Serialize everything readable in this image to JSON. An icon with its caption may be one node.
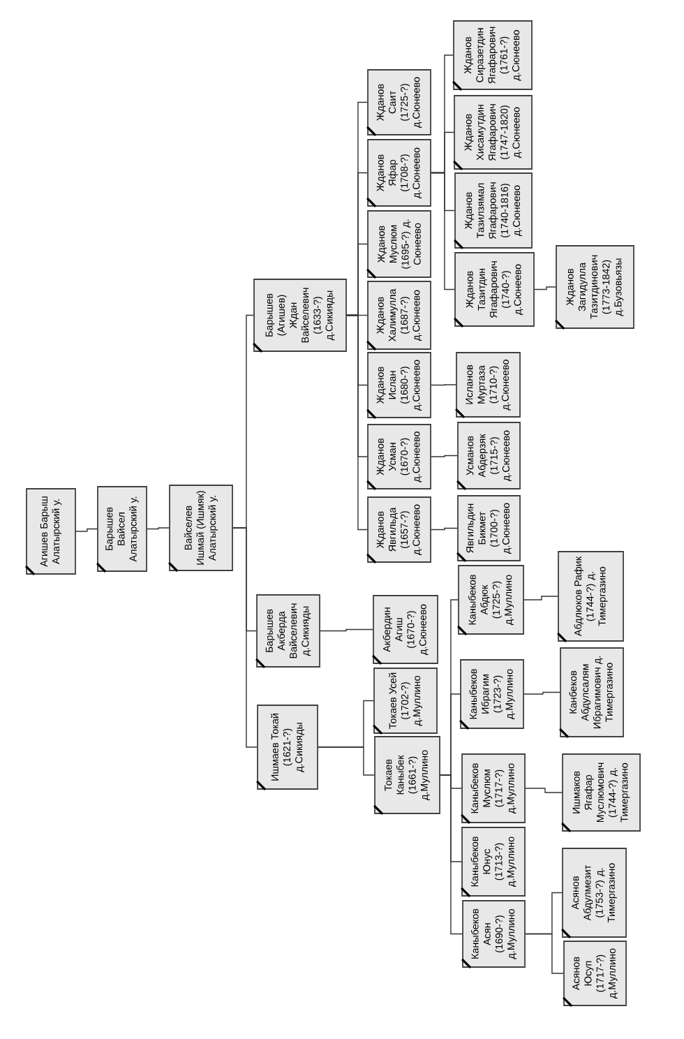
{
  "diagram": {
    "nodes": [
      {
        "text": [
          "Агишев Барыш Алатырский у."
        ]
      },
      {
        "text": [
          "Барышев Вайсел Алатырский у."
        ]
      },
      {
        "text": [
          "Вайселев Ишмай (Ишмяк) Алатырский у."
        ]
      },
      {
        "text": [
          "Ишмаев Токай (1621-?) д.Сикияды"
        ]
      },
      {
        "text": [
          "Барышев Акберда Вайселевич д.Сикияды"
        ]
      },
      {
        "text": [
          "Барышев (Агишев) Ждан Вайселевич (1633-?) д.Сикияды"
        ]
      },
      {
        "text": [
          "Токаев Каныбек (1661-?) д.Муллино"
        ]
      },
      {
        "text": [
          "Токаев Усей (1702-?) д.Муллино"
        ]
      },
      {
        "text": [
          "Акбердин Агиш (1670-?) д.Сюнеево"
        ]
      },
      {
        "text": [
          "Жданов Явгильда (1657-?) д.Сюнеево"
        ]
      },
      {
        "text": [
          "Жданов Усман (1670-?) д.Сюнеево"
        ]
      },
      {
        "text": [
          "Жданов Ислан (1680-?) д.Сюнеево"
        ]
      },
      {
        "text": [
          "Жданов Халимулла (1687-?) д.Сюнеево"
        ]
      },
      {
        "text": [
          "Жданов Муслюм (1695-?) д. Сюнеево"
        ]
      },
      {
        "text": [
          "Жданов Яфар (1708-?) д.Сюнеево"
        ]
      },
      {
        "text": [
          "Жданов Саит (1725-?) д.Сюнеево"
        ]
      },
      {
        "text": [
          "Каныбеков Асян (1690-?) д.Муллино"
        ]
      },
      {
        "text": [
          "Каныбеков Юнус (1713-?) д.Муллино"
        ]
      },
      {
        "text": [
          "Каныбеков Муслюм (1717-?) д.Муллино"
        ]
      },
      {
        "text": [
          "Каныбеков Ибрагим (1723-?) д.Муллино"
        ]
      },
      {
        "text": [
          "Каныбеков Абдюк (1725-?) д.Муллино"
        ]
      },
      {
        "text": [
          "Явгильдин Бикмет (1700-?) д.Сюнеево"
        ]
      },
      {
        "text": [
          "Усманов Абдерзяк (1715-?) д.Сюнеево"
        ]
      },
      {
        "text": [
          "Исланов Муртаза (1710-?) д.Сюнеево"
        ]
      },
      {
        "text": [
          "Жданов Тазитдин Ягафарович (1740-?) д.Сюнеево"
        ]
      },
      {
        "text": [
          "Жданов Тазилзямал Ягафарович (1740-1816) д.Сюнеево"
        ]
      },
      {
        "text": [
          "Жданов Хисамутдин Ягафарович (1747-1820) д.Сюнеево"
        ]
      },
      {
        "text": [
          "Жданов Сиразетдин Ягафарович (1761-?) д.Сюнеево"
        ]
      },
      {
        "text": [
          "Асянов Юсуп (1717-?) д.Муллино"
        ]
      },
      {
        "text": [
          "Асянов Абдулмезит (1753-?) д. Тимергазино"
        ]
      },
      {
        "text": [
          "Ишмаков Ягафар Муслюмович (1744-?) д. Тимергазино"
        ]
      },
      {
        "text": [
          "Канбеков Абдулсалям Ибрагимович д. Тимергазино"
        ]
      },
      {
        "text": [
          "Абдлюков Рафик (1744-?) д. Тимергазино"
        ]
      },
      {
        "text": [
          "Жданов Загидулла Тазитдинович (1773-1842) д.Бузовьязы"
        ]
      }
    ],
    "edges": [
      {
        "from": 0,
        "to": 1,
        "arrow": "none"
      },
      {
        "from": 1,
        "to": 2,
        "arrow": "none"
      },
      {
        "from": 2,
        "to": 3,
        "arrow": "none"
      },
      {
        "from": 2,
        "to": 4,
        "arrow": "none"
      },
      {
        "from": 2,
        "to": 5,
        "arrow": "none"
      },
      {
        "from": 3,
        "to": 6,
        "arrow": "none"
      },
      {
        "from": 3,
        "to": 7,
        "arrow": "none"
      },
      {
        "from": 4,
        "to": 8,
        "arrow": "none"
      },
      {
        "from": 5,
        "to": 9,
        "arrow": "none"
      },
      {
        "from": 5,
        "to": 10,
        "arrow": "none"
      },
      {
        "from": 5,
        "to": 11,
        "arrow": "none"
      },
      {
        "from": 5,
        "to": 12,
        "arrow": "none"
      },
      {
        "from": 5,
        "to": 13,
        "arrow": "none"
      },
      {
        "from": 5,
        "to": 14,
        "arrow": "none"
      },
      {
        "from": 5,
        "to": 15,
        "arrow": "none"
      },
      {
        "from": 6,
        "to": 16,
        "arrow": "none"
      },
      {
        "from": 6,
        "to": 17,
        "arrow": "none"
      },
      {
        "from": 6,
        "to": 18,
        "arrow": "none"
      },
      {
        "from": 6,
        "to": 19,
        "arrow": "none"
      },
      {
        "from": 6,
        "to": 20,
        "arrow": "none"
      },
      {
        "from": 9,
        "to": 21,
        "arrow": "none"
      },
      {
        "from": 10,
        "to": 22,
        "arrow": "none"
      },
      {
        "from": 11,
        "to": 23,
        "arrow": "none"
      },
      {
        "from": 14,
        "to": 24,
        "arrow": "none"
      },
      {
        "from": 14,
        "to": 25,
        "arrow": "none"
      },
      {
        "from": 14,
        "to": 26,
        "arrow": "none"
      },
      {
        "from": 14,
        "to": 27,
        "arrow": "none"
      },
      {
        "from": 16,
        "to": 28,
        "arrow": "none"
      },
      {
        "from": 16,
        "to": 29,
        "arrow": "none"
      },
      {
        "from": 18,
        "to": 30,
        "arrow": "none"
      },
      {
        "from": 19,
        "to": 31,
        "arrow": "none"
      },
      {
        "from": 20,
        "to": 32,
        "arrow": "none"
      },
      {
        "from": 24,
        "to": 33,
        "arrow": "none"
      }
    ]
  }
}
